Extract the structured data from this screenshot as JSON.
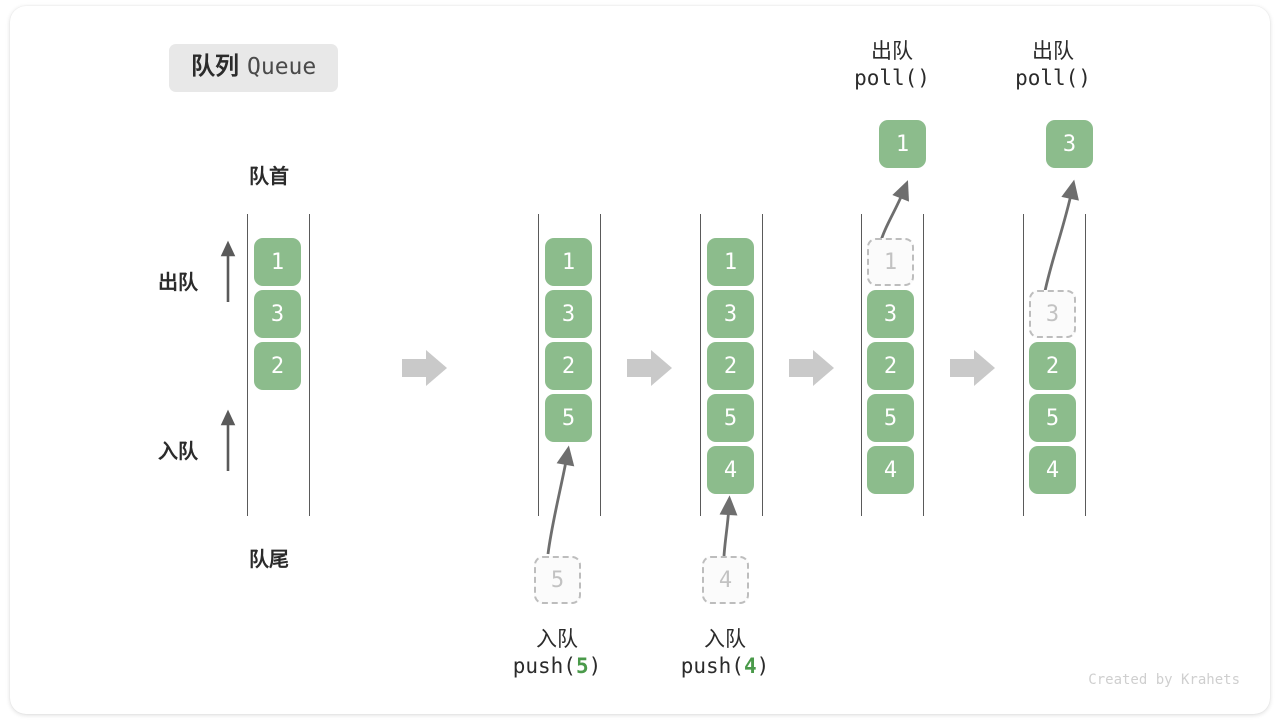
{
  "title": {
    "cn": "队列",
    "en": "Queue"
  },
  "labels": {
    "head": "队首",
    "tail": "队尾",
    "dequeue": "出队",
    "enqueue": "入队"
  },
  "colors": {
    "element": "#8cbc8c",
    "ghost_fill": "#fbfbfb",
    "ghost_border": "#bdbdbd",
    "rail": "#5a5a5a",
    "step_arrow": "#c9c9c9",
    "accent_number": "#4a9a4a",
    "badge_bg": "#e8e8e8"
  },
  "watermark": "Created by Krahets",
  "columns": [
    {
      "id": "initial",
      "elements": [
        "1",
        "3",
        "2"
      ],
      "ghost_index": null,
      "caption_top": null,
      "caption_bottom": null,
      "popped": null,
      "pushed": null
    },
    {
      "id": "after-push-5",
      "elements": [
        "1",
        "3",
        "2",
        "5"
      ],
      "ghost_index": null,
      "caption_top": null,
      "caption_bottom": {
        "cn": "入队",
        "code_prefix": "push(",
        "code_num": "5",
        "code_suffix": ")"
      },
      "popped": null,
      "pushed": "5"
    },
    {
      "id": "after-push-4",
      "elements": [
        "1",
        "3",
        "2",
        "5",
        "4"
      ],
      "ghost_index": null,
      "caption_top": null,
      "caption_bottom": {
        "cn": "入队",
        "code_prefix": "push(",
        "code_num": "4",
        "code_suffix": ")"
      },
      "popped": null,
      "pushed": "4"
    },
    {
      "id": "after-poll-1",
      "elements": [
        "1",
        "3",
        "2",
        "5",
        "4"
      ],
      "ghost_index": 0,
      "caption_top": {
        "cn": "出队",
        "code": "poll()"
      },
      "caption_bottom": null,
      "popped": "1",
      "pushed": null
    },
    {
      "id": "after-poll-3",
      "elements": [
        "",
        "3",
        "2",
        "5",
        "4"
      ],
      "ghost_index": 1,
      "caption_top": {
        "cn": "出队",
        "code": "poll()"
      },
      "caption_bottom": null,
      "popped": "3",
      "pushed": null
    }
  ],
  "step_arrows": 4
}
